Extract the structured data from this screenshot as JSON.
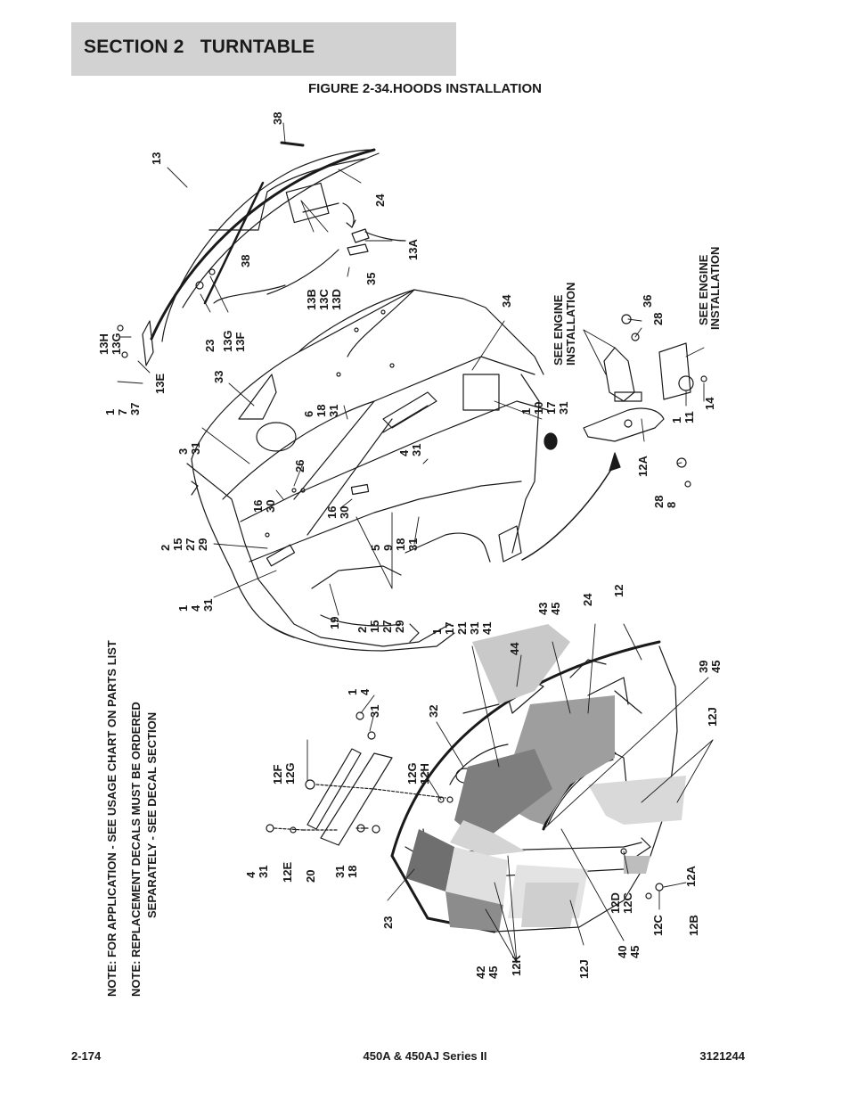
{
  "header": {
    "section_title": "SECTION 2   TURNTABLE",
    "figure_title": "FIGURE 2-34.HOODS INSTALLATION"
  },
  "notes": [
    "NOTE:  FOR  APPLICATION - SEE USAGE CHART  ON PARTS LIST",
    "NOTE:  REPLACEMENT DECALS MUST BE ORDERED",
    "SEPARATELY - SEE DECAL SECTION"
  ],
  "references": {
    "engine_1": [
      "SEE ENGINE",
      "INSTALLATION"
    ],
    "engine_2": [
      "SEE ENGINE",
      "INSTALLATION"
    ]
  },
  "callouts": {
    "c38a": [
      "38"
    ],
    "c13": [
      "13"
    ],
    "c24a": [
      "24"
    ],
    "c13a": [
      "13A"
    ],
    "c38b": [
      "38"
    ],
    "c13bcd": [
      "13B",
      "13C",
      "13D"
    ],
    "c35": [
      "35"
    ],
    "c13h": [
      "13H",
      "13G"
    ],
    "c23a": [
      "23"
    ],
    "c13gf": [
      "13G",
      "13F"
    ],
    "c1737": [
      "1",
      "7",
      "37"
    ],
    "c13e": [
      "13E"
    ],
    "c33": [
      "33"
    ],
    "c61831a": [
      "6",
      "18",
      "31"
    ],
    "c34": [
      "34"
    ],
    "c331": [
      "3",
      "31"
    ],
    "c1101731": [
      "1",
      "10",
      "17",
      "31"
    ],
    "c36": [
      "36"
    ],
    "c28a": [
      "28"
    ],
    "c431a": [
      "4",
      "31"
    ],
    "c26": [
      "26"
    ],
    "c1630a": [
      "16",
      "30"
    ],
    "c1630b": [
      "16",
      "30"
    ],
    "c111": [
      "1",
      "11"
    ],
    "c14": [
      "14"
    ],
    "c12a": [
      "12A"
    ],
    "c288": [
      "28",
      "8"
    ],
    "c2152729a": [
      "2",
      "15",
      "27",
      "29"
    ],
    "c591831": [
      "5",
      "9",
      "18",
      "31"
    ],
    "c1431": [
      "1",
      "4",
      "31"
    ],
    "c19": [
      "19"
    ],
    "c2152729b": [
      "2",
      "15",
      "27",
      "29"
    ],
    "c117213141": [
      "1",
      "17",
      "21",
      "31",
      "41"
    ],
    "c44": [
      "44"
    ],
    "c4345a": [
      "43",
      "45"
    ],
    "c24b": [
      "24"
    ],
    "c12": [
      "12"
    ],
    "c3945": [
      "39",
      "45"
    ],
    "c14b": [
      "1",
      "4"
    ],
    "c31a": [
      "31"
    ],
    "c32": [
      "32"
    ],
    "c12f": [
      "12F",
      "12G"
    ],
    "c12g": [
      "12G",
      "12H"
    ],
    "c12j": [
      "12J"
    ],
    "c431b": [
      "4",
      "31"
    ],
    "c12e": [
      "12E"
    ],
    "c20": [
      "20"
    ],
    "c3118": [
      "31",
      "18"
    ],
    "c23b": [
      "23"
    ],
    "c12dc": [
      "12D",
      "12C"
    ],
    "c12a2": [
      "12A"
    ],
    "c12c": [
      "12C"
    ],
    "c12b": [
      "12B"
    ],
    "c4245": [
      "42",
      "45"
    ],
    "c12k": [
      "12K"
    ],
    "c12j2": [
      "12J"
    ],
    "c4045": [
      "40",
      "45"
    ]
  },
  "footer": {
    "page_number": "2-174",
    "model": "450A & 450AJ Series II",
    "document_number": "3121244"
  }
}
